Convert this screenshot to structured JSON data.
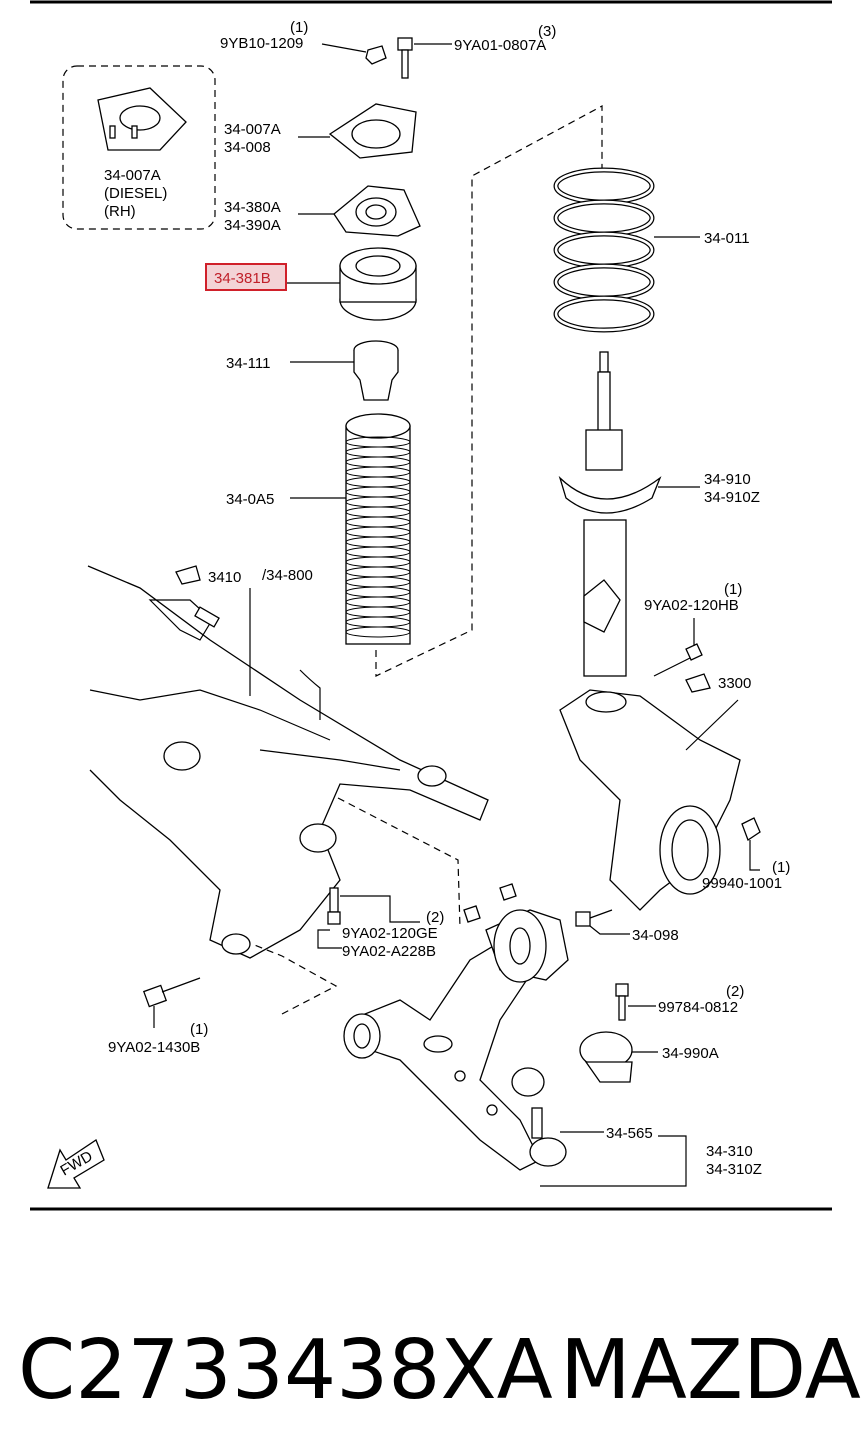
{
  "labels": {
    "top_nut_qty": "(1)",
    "top_nut": "9YB10-1209",
    "top_bolt_qty": "(3)",
    "top_bolt": "9YA01-0807A",
    "mount_plate_a": "34-007A",
    "mount_plate_b": "34-008",
    "diesel_plate": "34-007A",
    "diesel_note": "(DIESEL)",
    "diesel_side": "(RH)",
    "upper_mount_a": "34-380A",
    "upper_mount_b": "34-390A",
    "bearing_highlighted": "34-381B",
    "bump_stop": "34-111",
    "dust_boot": "34-0A5",
    "coil_spring": "34-011",
    "strut_a": "34-910",
    "strut_b": "34-910Z",
    "strut_bolt_qty": "(1)",
    "strut_bolt": "9YA02-120HB",
    "knuckle_ref": "3300",
    "subframe_ref": "3410",
    "subframe_ref_suffix": "/34-800",
    "knuckle_nut_qty": "(1)",
    "knuckle_nut": "99940-1001",
    "balljoint_bolt": "34-098",
    "arm_bolt_qty": "(2)",
    "arm_bolt_a": "9YA02-120GE",
    "arm_bolt_b": "9YA02-A228B",
    "rear_bolt_qty": "(1)",
    "rear_bolt": "9YA02-1430B",
    "bushing_bolt_qty": "(2)",
    "bushing_bolt": "99784-0812",
    "bushing": "34-990A",
    "ball_joint": "34-565",
    "lower_arm_a": "34-310",
    "lower_arm_b": "34-310Z",
    "fwd": "FWD"
  },
  "footer": {
    "part_number": "C2733438XA",
    "brand": "MAZDA"
  },
  "colors": {
    "highlight_fill": "#f3d3d6",
    "highlight_border": "#d0202a"
  }
}
